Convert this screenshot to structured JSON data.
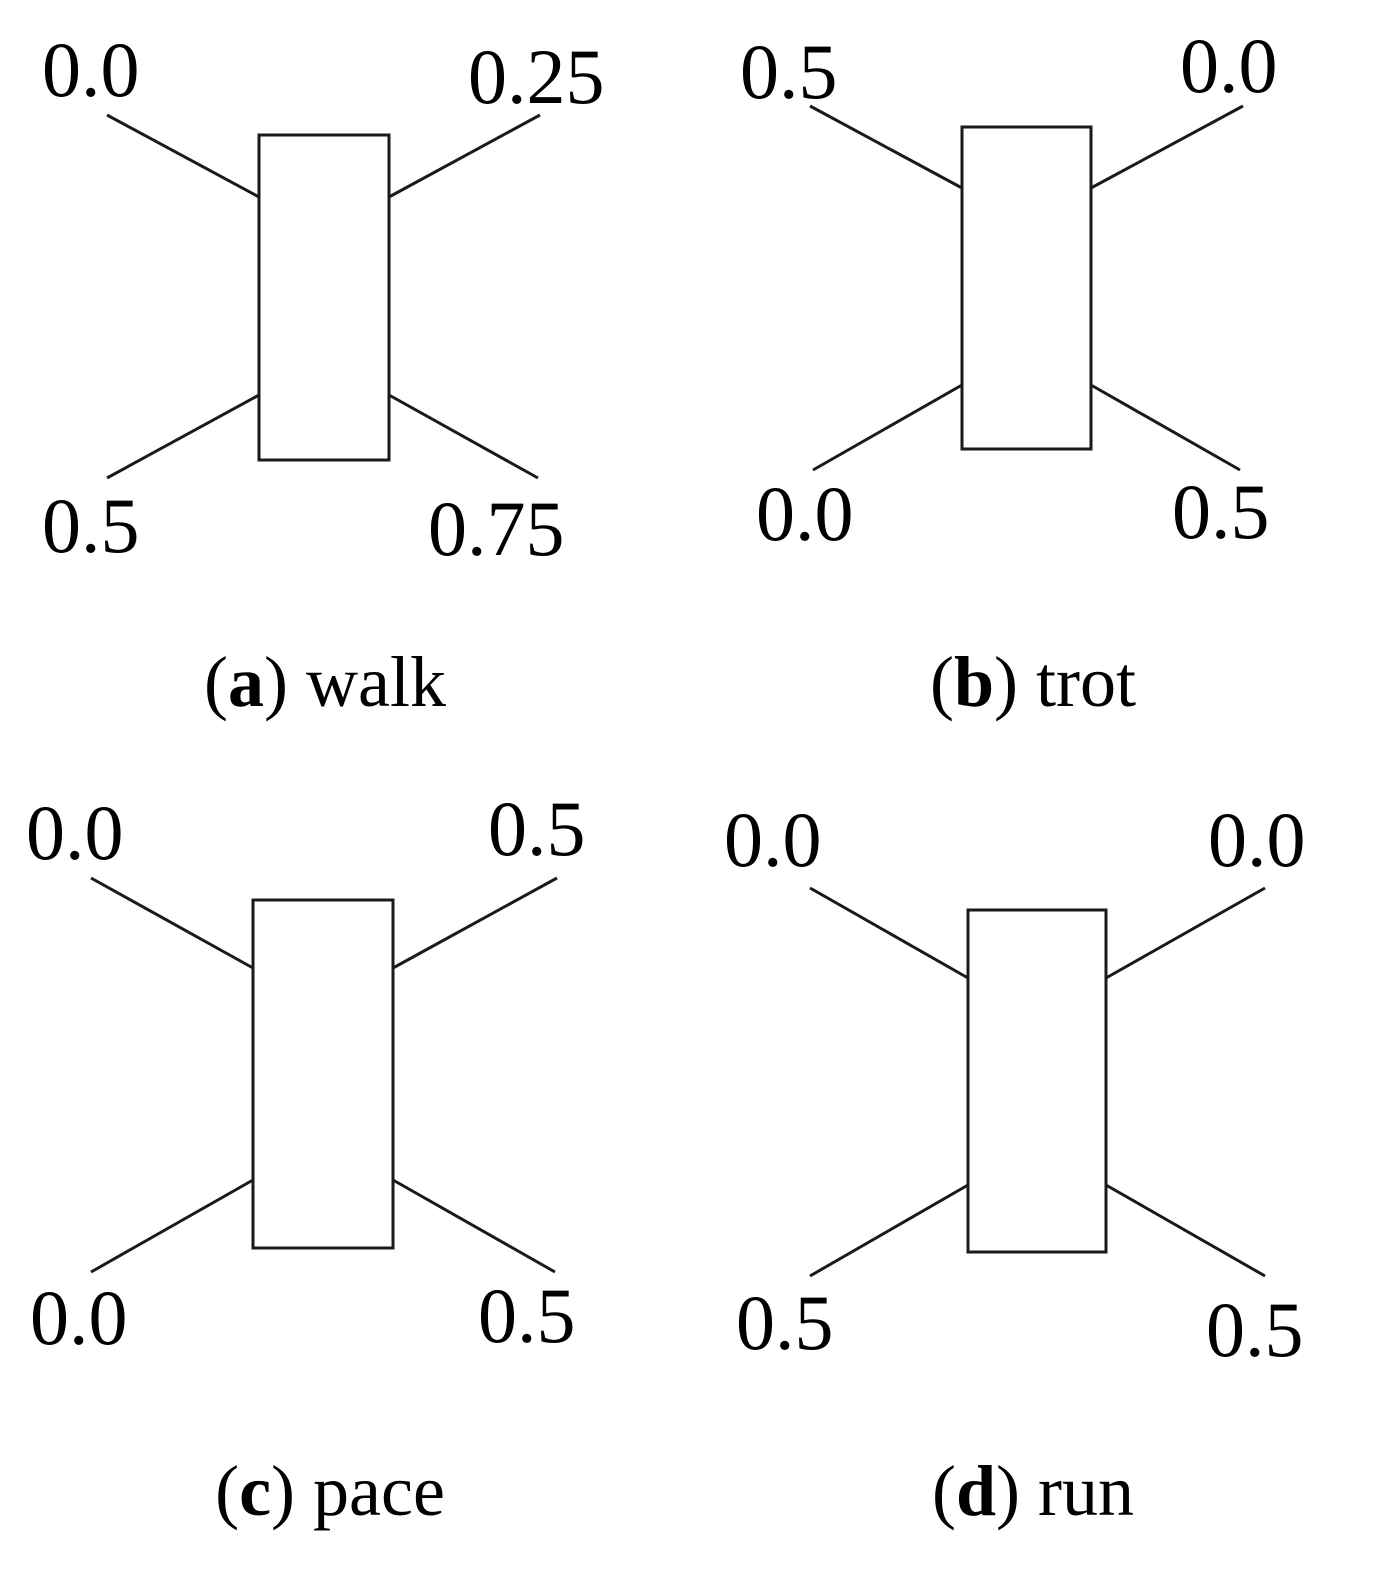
{
  "panels": [
    {
      "letter": "a",
      "gait": "walk",
      "phases": {
        "front_left": "0.0",
        "front_right": "0.25",
        "hind_left": "0.5",
        "hind_right": "0.75"
      }
    },
    {
      "letter": "b",
      "gait": "trot",
      "phases": {
        "front_left": "0.5",
        "front_right": "0.0",
        "hind_left": "0.0",
        "hind_right": "0.5"
      }
    },
    {
      "letter": "c",
      "gait": "pace",
      "phases": {
        "front_left": "0.0",
        "front_right": "0.5",
        "hind_left": "0.0",
        "hind_right": "0.5"
      }
    },
    {
      "letter": "d",
      "gait": "run",
      "phases": {
        "front_left": "0.0",
        "front_right": "0.0",
        "hind_left": "0.5",
        "hind_right": "0.5"
      }
    }
  ]
}
